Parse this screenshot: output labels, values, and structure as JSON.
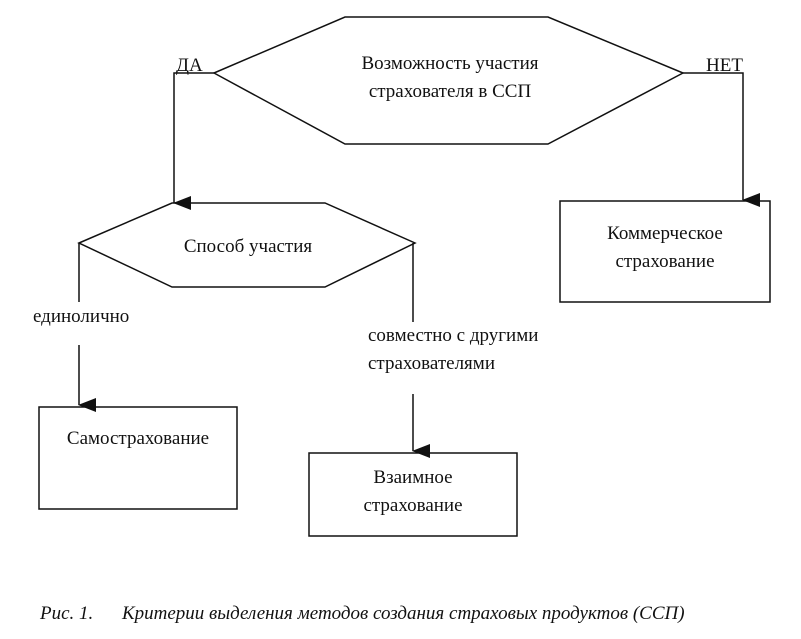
{
  "diagram": {
    "decision_top": [
      "Возможность участия",
      "страхователя в ССП"
    ],
    "yes_label": "ДА",
    "no_label": "НЕТ",
    "commercial_box": [
      "Коммерческое",
      "страхование"
    ],
    "decision_method": "Способ участия",
    "solo_label": "единолично",
    "joint_label": [
      "совместно с другими",
      "страхователями"
    ],
    "self_box": "Самострахование",
    "mutual_box": [
      "Взаимное",
      "страхование"
    ]
  },
  "caption": {
    "number": "Рис. 1.",
    "text": "Критерии выделения методов создания страховых продуктов (ССП)"
  }
}
